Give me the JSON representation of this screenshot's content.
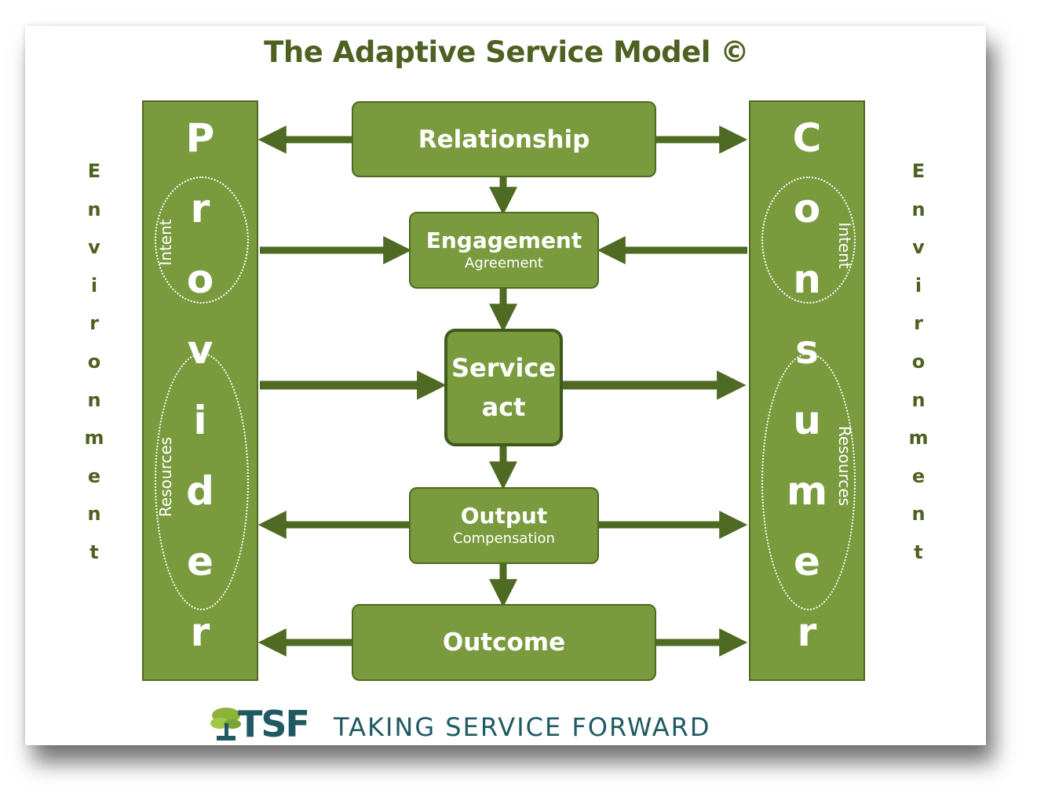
{
  "title": "The Adaptive Service Model ©",
  "provider": {
    "letters": [
      "P",
      "r",
      "o",
      "v",
      "i",
      "d",
      "e",
      "r"
    ],
    "intent_label": "Intent",
    "resources_label": "Resources"
  },
  "consumer": {
    "letters": [
      "C",
      "o",
      "n",
      "s",
      "u",
      "m",
      "e",
      "r"
    ],
    "intent_label": "Intent",
    "resources_label": "Resources"
  },
  "environment_letters": [
    "E",
    "n",
    "v",
    "i",
    "r",
    "o",
    "n",
    "m",
    "e",
    "n",
    "t"
  ],
  "boxes": {
    "relationship": "Relationship",
    "engagement": "Engagement",
    "engagement_sub": "Agreement",
    "service_line1": "Service",
    "service_line2": "act",
    "output": "Output",
    "output_sub": "Compensation",
    "outcome": "Outcome"
  },
  "logo": {
    "mark": "TSF",
    "tagline": "TAKING SERVICE FORWARD"
  },
  "colors": {
    "box_fill": "#7a9a3e",
    "box_border": "#4f6a22",
    "title_text": "#4e6120",
    "logo_text": "#1f5a62"
  }
}
